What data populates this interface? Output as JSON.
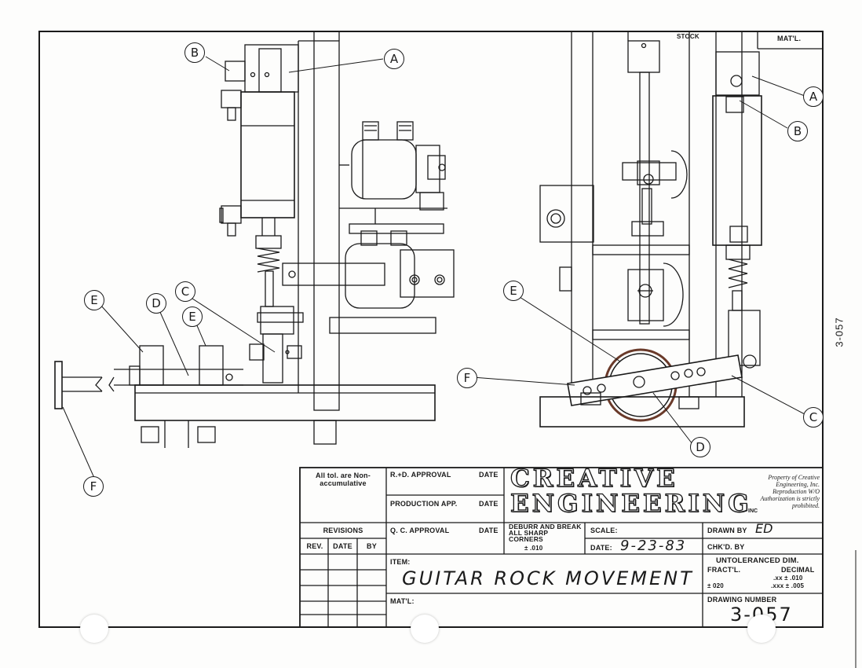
{
  "header": {
    "stock_label": "STOCK",
    "matl_label": "MAT'L."
  },
  "side_number": "3-057",
  "callouts": {
    "left": {
      "a": "A",
      "b": "B",
      "c": "C",
      "d": "D",
      "e1": "E",
      "e2": "E",
      "f": "F"
    },
    "right": {
      "a": "A",
      "b": "B",
      "c": "C",
      "d": "D",
      "e": "E",
      "f": "F"
    }
  },
  "title_block": {
    "tolerance_note": "All tol. are Non-accumulative",
    "revisions_title": "REVISIONS",
    "rev_cols": [
      "REV.",
      "DATE",
      "BY"
    ],
    "rd_approval": "R.+D. APPROVAL",
    "production_approval": "PRODUCTION APP.",
    "qc_approval": "Q. C. APPROVAL",
    "date_label": "DATE",
    "company_line1": "CREATIVE",
    "company_line2": "ENGINEERING",
    "company_suffix": "INC",
    "property_note": "Property of Creative Engineering, Inc. Reproduction W/O Authorization is strictly prohibited.",
    "deburr_note": "DEBURR AND BREAK ALL SHARP CORNERS",
    "deburr_tol": "± .010",
    "scale_label": "SCALE:",
    "drawing_date_label": "DATE:",
    "drawing_date": "9-23-83",
    "drawn_by_label": "DRAWN BY",
    "drawn_by": "ED",
    "checked_by_label": "CHK'D. BY",
    "item_label": "ITEM:",
    "item_value": "GUITAR ROCK MOVEMENT",
    "matl_label": "MAT'L:",
    "untol_title": "UNTOLERANCED DIM.",
    "fract_label": "FRACT'L.",
    "fract_tol": "± 020",
    "decimal_label": "DECIMAL",
    "dec_xx": ".xx ±   .010",
    "dec_xxx": ".xxx ±   .005",
    "drawing_number_label": "DRAWING NUMBER",
    "drawing_number": "3-057"
  }
}
